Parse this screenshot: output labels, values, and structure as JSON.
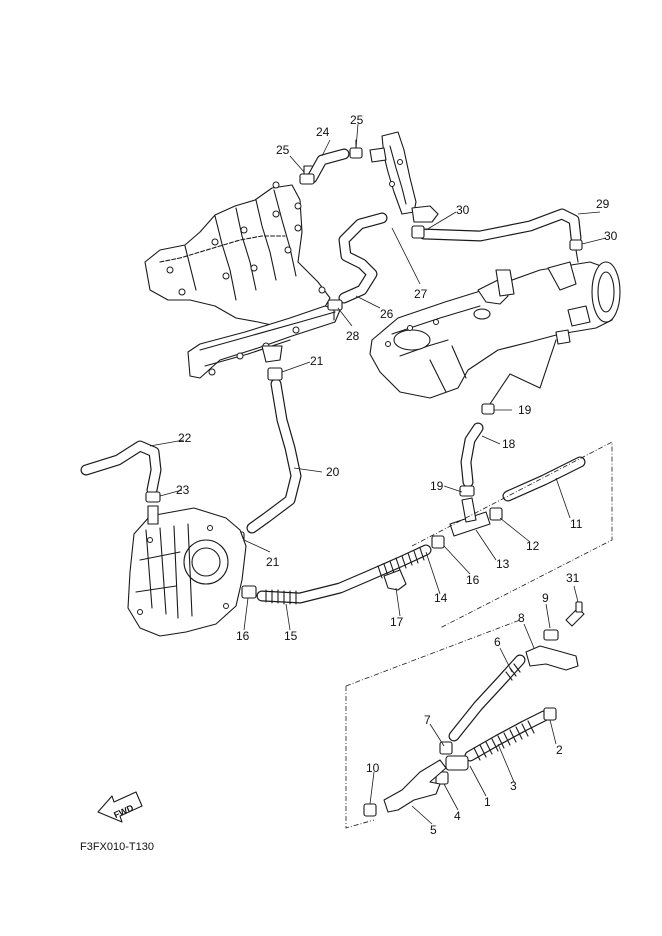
{
  "callouts": {
    "c1": "1",
    "c2": "2",
    "c3": "3",
    "c4": "4",
    "c5": "5",
    "c6": "6",
    "c7": "7",
    "c8": "8",
    "c9": "9",
    "c10": "10",
    "c11": "11",
    "c12": "12",
    "c13": "13",
    "c14": "14",
    "c15": "15",
    "c16a": "16",
    "c16b": "16",
    "c17": "17",
    "c18": "18",
    "c19a": "19",
    "c19b": "19",
    "c20": "20",
    "c21a": "21",
    "c21b": "21",
    "c22": "22",
    "c23": "23",
    "c24": "24",
    "c25a": "25",
    "c25b": "25",
    "c26": "26",
    "c27": "27",
    "c28": "28",
    "c29": "29",
    "c30a": "30",
    "c30b": "30",
    "c31": "31"
  },
  "fwd_label": "FWD",
  "diagram_code": "F3FX010-T130"
}
